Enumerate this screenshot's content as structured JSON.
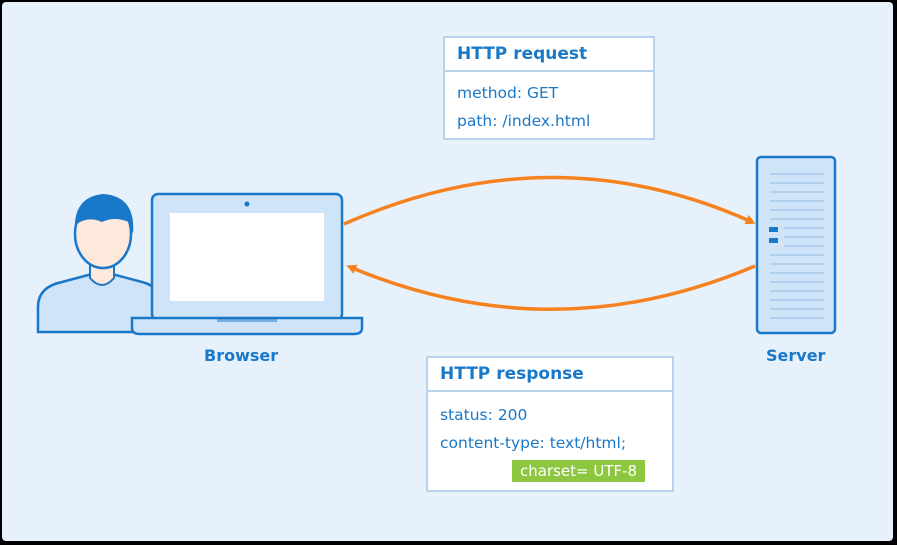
{
  "request": {
    "title": "HTTP request",
    "lines": [
      "method: GET",
      "path: /index.html"
    ]
  },
  "response": {
    "title": "HTTP response",
    "lines": [
      "status: 200",
      "content-type: text/html;"
    ],
    "badge": "charset= UTF-8"
  },
  "labels": {
    "browser": "Browser",
    "server": "Server"
  },
  "colors": {
    "arrow": "#f5821f",
    "accent": "#1a78c8",
    "badge": "#8dc63f"
  }
}
